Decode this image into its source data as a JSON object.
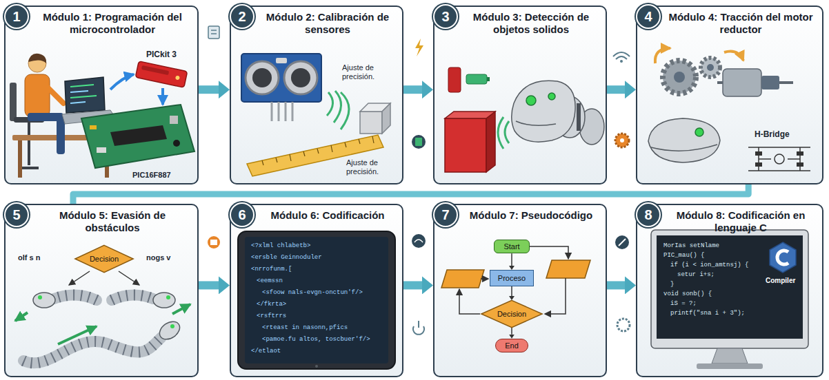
{
  "diagram": {
    "nodes": [
      {
        "text": [
          "Módulo 1: Programación del microcontrolador"
        ]
      },
      {
        "text": [
          "1"
        ],
        "in": 0
      },
      {
        "text": [
          "Módulo 2: Calibración de sensores"
        ]
      },
      {
        "text": [
          "2"
        ],
        "in": 2
      },
      {
        "text": [
          "Módulo 3: Detección de objetos solidos"
        ]
      },
      {
        "text": [
          "3"
        ],
        "in": 4
      },
      {
        "text": [
          "Módulo 4: Tracción del motor reductor"
        ]
      },
      {
        "text": [
          "4"
        ],
        "in": 6
      },
      {
        "text": [
          "Módulo 5: Evasión de obstáculos"
        ]
      },
      {
        "text": [
          "5"
        ],
        "in": 8
      },
      {
        "text": [
          "Decision"
        ],
        "in": 8
      },
      {
        "text": [
          "Módulo 6: Codificación"
        ]
      },
      {
        "text": [
          "6"
        ],
        "in": 11
      },
      {
        "text": [
          "Módulo 7: Pseudocódigo"
        ]
      },
      {
        "text": [
          "7"
        ],
        "in": 13
      },
      {
        "text": [
          "Start"
        ],
        "in": 13
      },
      {
        "text": [
          "Proceso"
        ],
        "in": 13
      },
      {
        "text": [
          "Decision"
        ],
        "in": 13
      },
      {
        "text": [
          "End"
        ],
        "in": 13
      },
      {
        "text": [
          "Módulo 8: Codificación en lenguaje C"
        ]
      },
      {
        "text": [
          "8"
        ],
        "in": 19
      }
    ],
    "edges": [
      {
        "from": 0,
        "to": 2,
        "arrow": "to"
      },
      {
        "from": 2,
        "to": 4,
        "arrow": "to"
      },
      {
        "from": 4,
        "to": 6,
        "arrow": "to"
      },
      {
        "from": 6,
        "to": 8,
        "arrow": "none"
      },
      {
        "from": 8,
        "to": 11,
        "arrow": "to"
      },
      {
        "from": 11,
        "to": 13,
        "arrow": "to"
      },
      {
        "from": 13,
        "to": 19,
        "arrow": "to"
      },
      {
        "from": 15,
        "to": 16,
        "arrow": "to"
      },
      {
        "from": 16,
        "to": 17,
        "arrow": "to"
      },
      {
        "from": 17,
        "to": 18,
        "arrow": "to"
      }
    ],
    "labels": [
      "PICkit 3",
      "PIC16F887",
      "Ajuste de precisión.",
      "Ajuste de precisión.",
      "H-Bridge",
      "oIf s n",
      "nogs v",
      "<?xlml chlabetb>",
      "<ersble Geinnoduler",
      "<nrrofunm.[",
      "<eemssn",
      "<sfoow nals-evgn-onctun'f/>",
      "</fkrta>",
      "<rsftrrs",
      "<rteast in nasonn,pfics",
      "<pamoe.fu altos, toscbuer'f/>",
      "</etlaot",
      "MorIas setNlame",
      "PIC_mau() {",
      "if (i < ion_amtnsj) {",
      "setur i+s;",
      "}",
      "void sonb() {",
      "iS = ?;",
      "printf(\"sna i + 3\");",
      "Compiler"
    ]
  }
}
